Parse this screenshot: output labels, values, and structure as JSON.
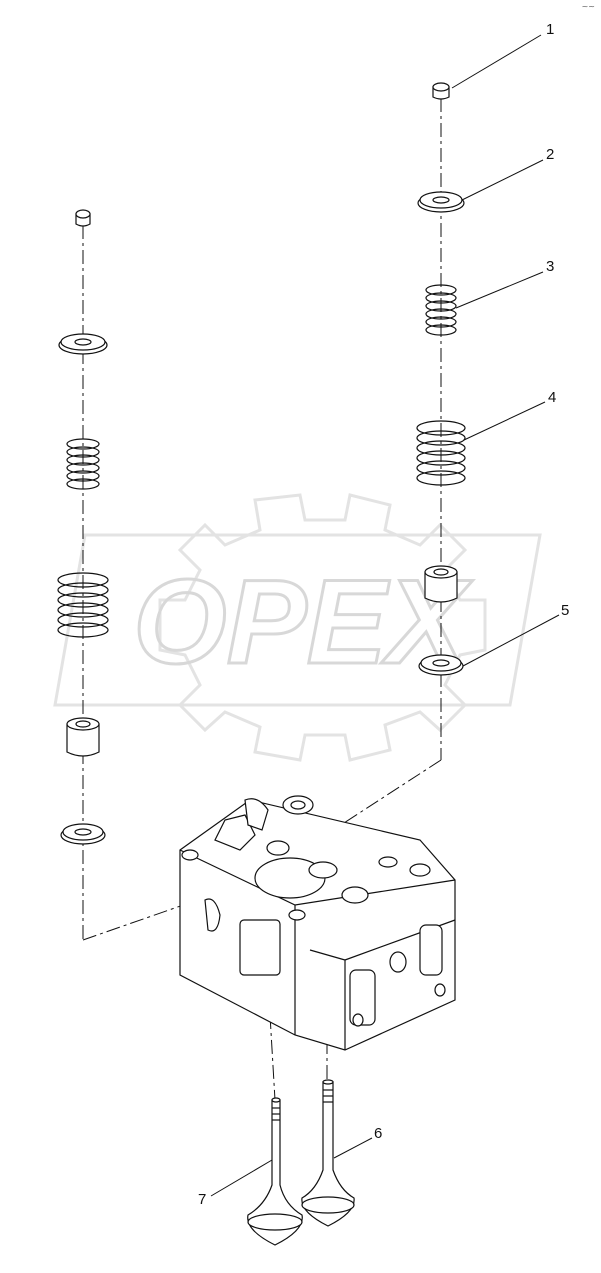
{
  "corner_mark": "~~",
  "watermark": {
    "text": "OPEX",
    "color": "#e6e6e6"
  },
  "colors": {
    "line": "#111111",
    "background": "#ffffff"
  },
  "callouts": [
    {
      "id": "1",
      "label": "1",
      "part": "valve-cap"
    },
    {
      "id": "2",
      "label": "2",
      "part": "spring-retainer"
    },
    {
      "id": "3",
      "label": "3",
      "part": "inner-valve-spring"
    },
    {
      "id": "4",
      "label": "4",
      "part": "outer-valve-spring"
    },
    {
      "id": "5",
      "label": "5",
      "part": "spring-seat-washer"
    },
    {
      "id": "6",
      "label": "6",
      "part": "exhaust-valve"
    },
    {
      "id": "7",
      "label": "7",
      "part": "intake-valve"
    }
  ]
}
